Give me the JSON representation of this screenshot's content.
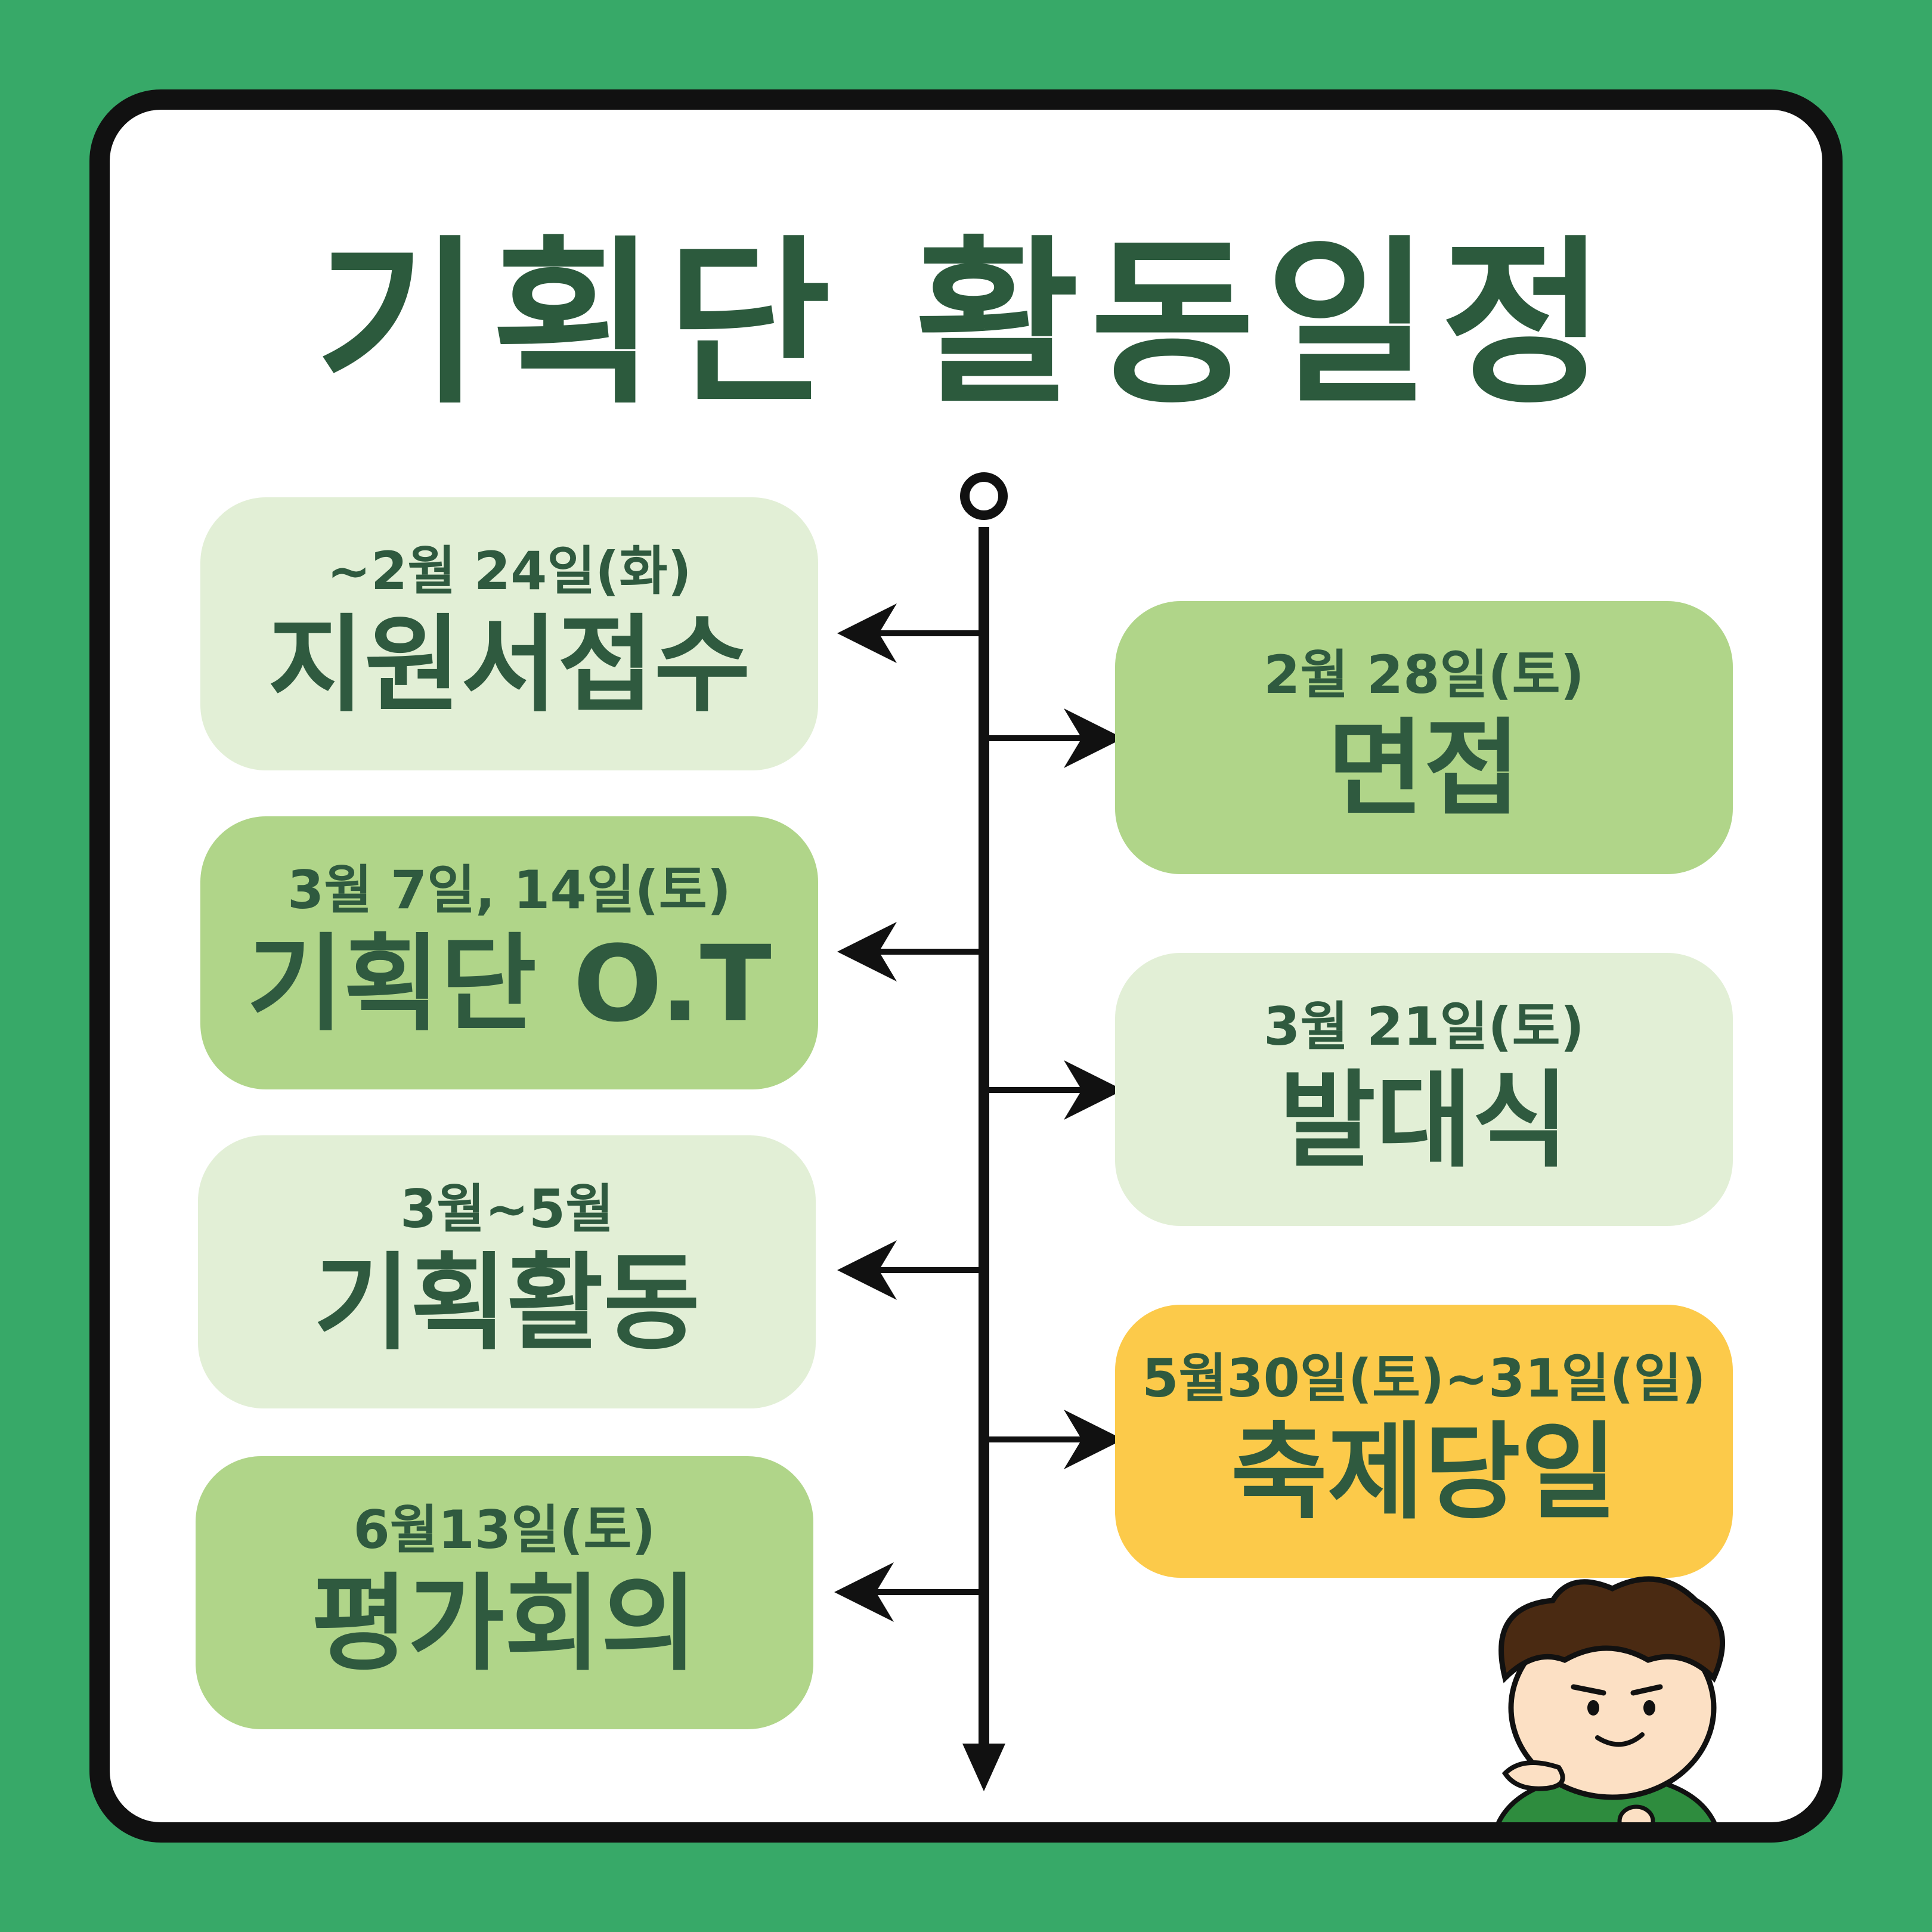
{
  "title": "기획단 활동일정",
  "colors": {
    "background": "#37a968",
    "card": "#ffffff",
    "title_text": "#2c5a3d",
    "box_light": "#e2efd6",
    "box_mid": "#b0d589",
    "box_highlight": "#fcca4a",
    "line": "#111111"
  },
  "schedule": {
    "left": [
      {
        "date": "~2월 24일(화)",
        "name": "지원서접수"
      },
      {
        "date": "3월 7일, 14일(토)",
        "name": "기획단 O.T"
      },
      {
        "date": "3월~5월",
        "name": "기획활동"
      },
      {
        "date": "6월13일(토)",
        "name": "평가회의"
      }
    ],
    "right": [
      {
        "date": "2월 28일(토)",
        "name": "면접"
      },
      {
        "date": "3월 21일(토)",
        "name": "발대식"
      },
      {
        "date": "5월30일(토)~31일(일)",
        "name": "축제당일"
      }
    ]
  },
  "mascot": {
    "icon": "mascot-character-icon"
  }
}
